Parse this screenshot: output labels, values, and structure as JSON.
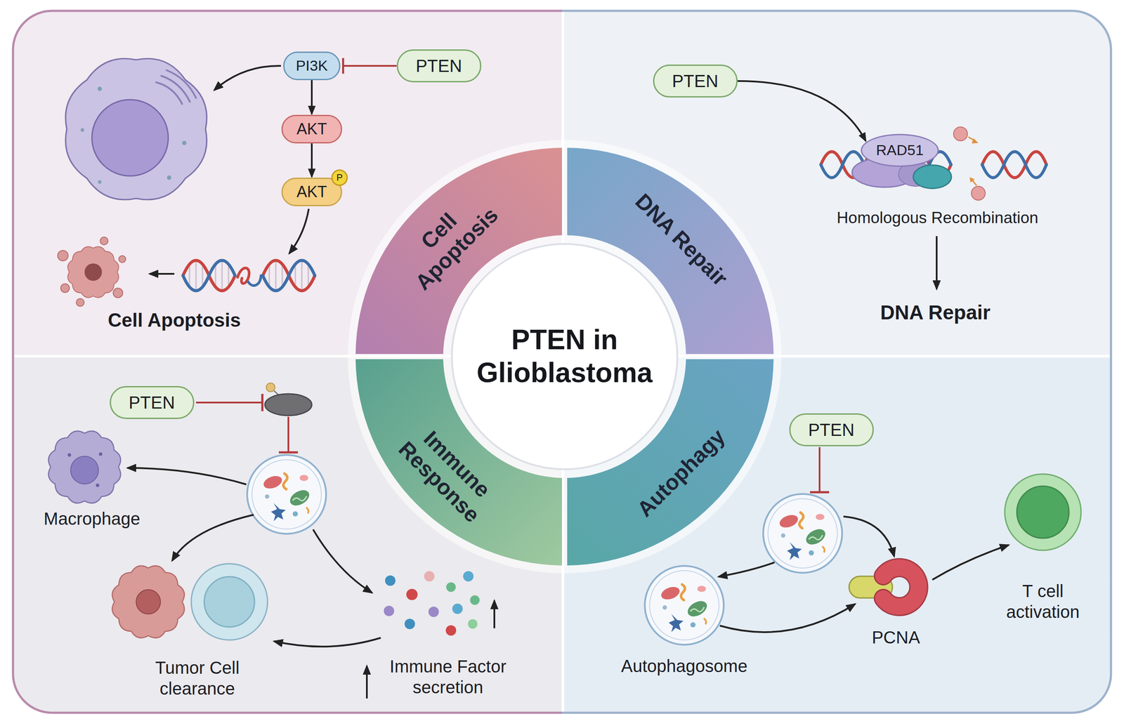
{
  "diagram": {
    "nodes": [
      {
        "text": [
          "PI3K"
        ]
      },
      {
        "text": [
          "PTEN"
        ]
      },
      {
        "text": [
          "AKT"
        ]
      },
      {
        "text": [
          "AKT"
        ]
      },
      {
        "text": [
          "P"
        ],
        "in": 3
      },
      {
        "text": [
          "PTEN"
        ]
      },
      {
        "text": [
          "RAD51"
        ]
      },
      {
        "text": [
          "Cell Apoptosis"
        ]
      },
      {
        "text": [
          "DNA Repair"
        ]
      },
      {
        "text": [
          "PTEN in Glioblastoma"
        ]
      },
      {
        "text": [
          "Immune Response"
        ]
      },
      {
        "text": [
          "Autophagy"
        ]
      },
      {
        "text": [
          "PTEN"
        ]
      },
      {
        "text": [
          "PTEN"
        ]
      }
    ],
    "edges": [
      {
        "from": 1,
        "to": 0,
        "arrow": "to"
      },
      {
        "from": 0,
        "to": 2,
        "arrow": "to"
      },
      {
        "from": 2,
        "to": 3,
        "arrow": "to"
      },
      {
        "from": 5,
        "to": 6,
        "arrow": "to"
      }
    ],
    "labels": [
      "Cell Apoptosis",
      "Homologous Recombination",
      "DNA Repair",
      "Macrophage",
      "Tumor Cell clearance",
      "Immune Factor secretion",
      "Autophagosome",
      "PCNA",
      "T cell activation"
    ]
  }
}
